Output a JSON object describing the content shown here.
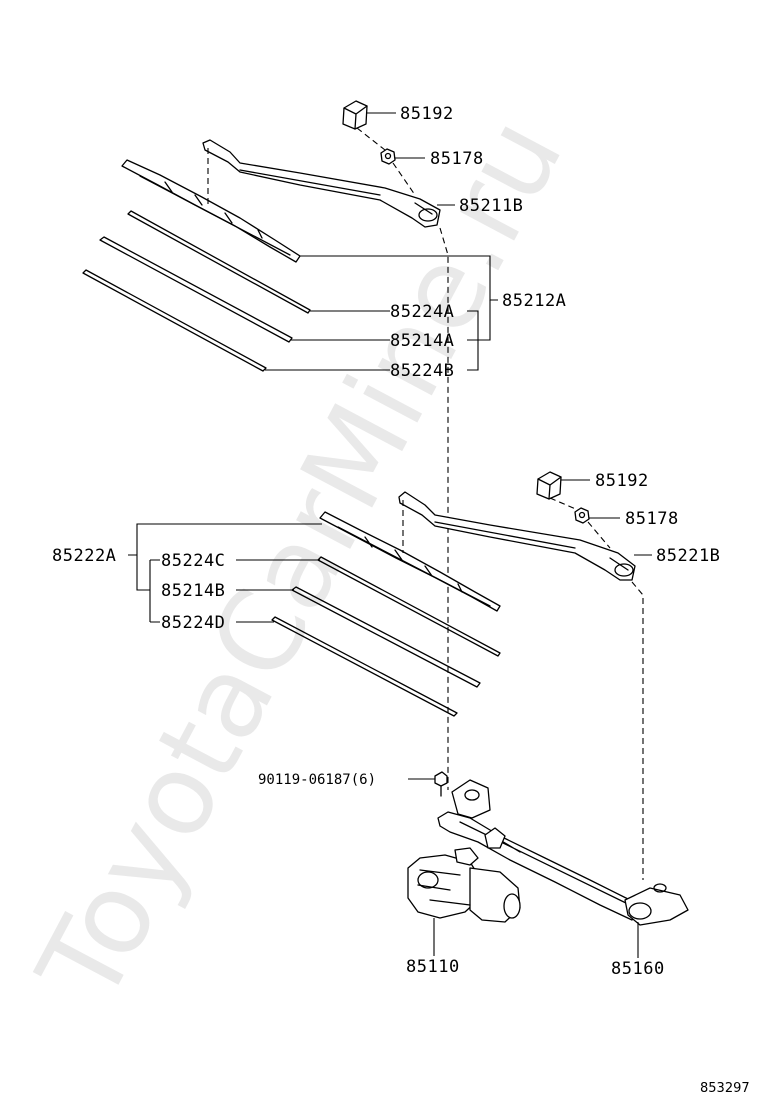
{
  "labels": {
    "p85192_a": "85192",
    "p85178_a": "85178",
    "p85211b": "85211B",
    "p85212a": "85212A",
    "p85224a": "85224A",
    "p85214a": "85214A",
    "p85224b": "85224B",
    "p85192_b": "85192",
    "p85178_b": "85178",
    "p85221b": "85221B",
    "p85222a": "85222A",
    "p85224c": "85224C",
    "p85214b": "85214B",
    "p85224d": "85224D",
    "p90119": "90119-06187(6)",
    "p85110": "85110",
    "p85160": "85160"
  },
  "watermark": "ToyotaCarMine.ru",
  "figure_ref": "853297"
}
